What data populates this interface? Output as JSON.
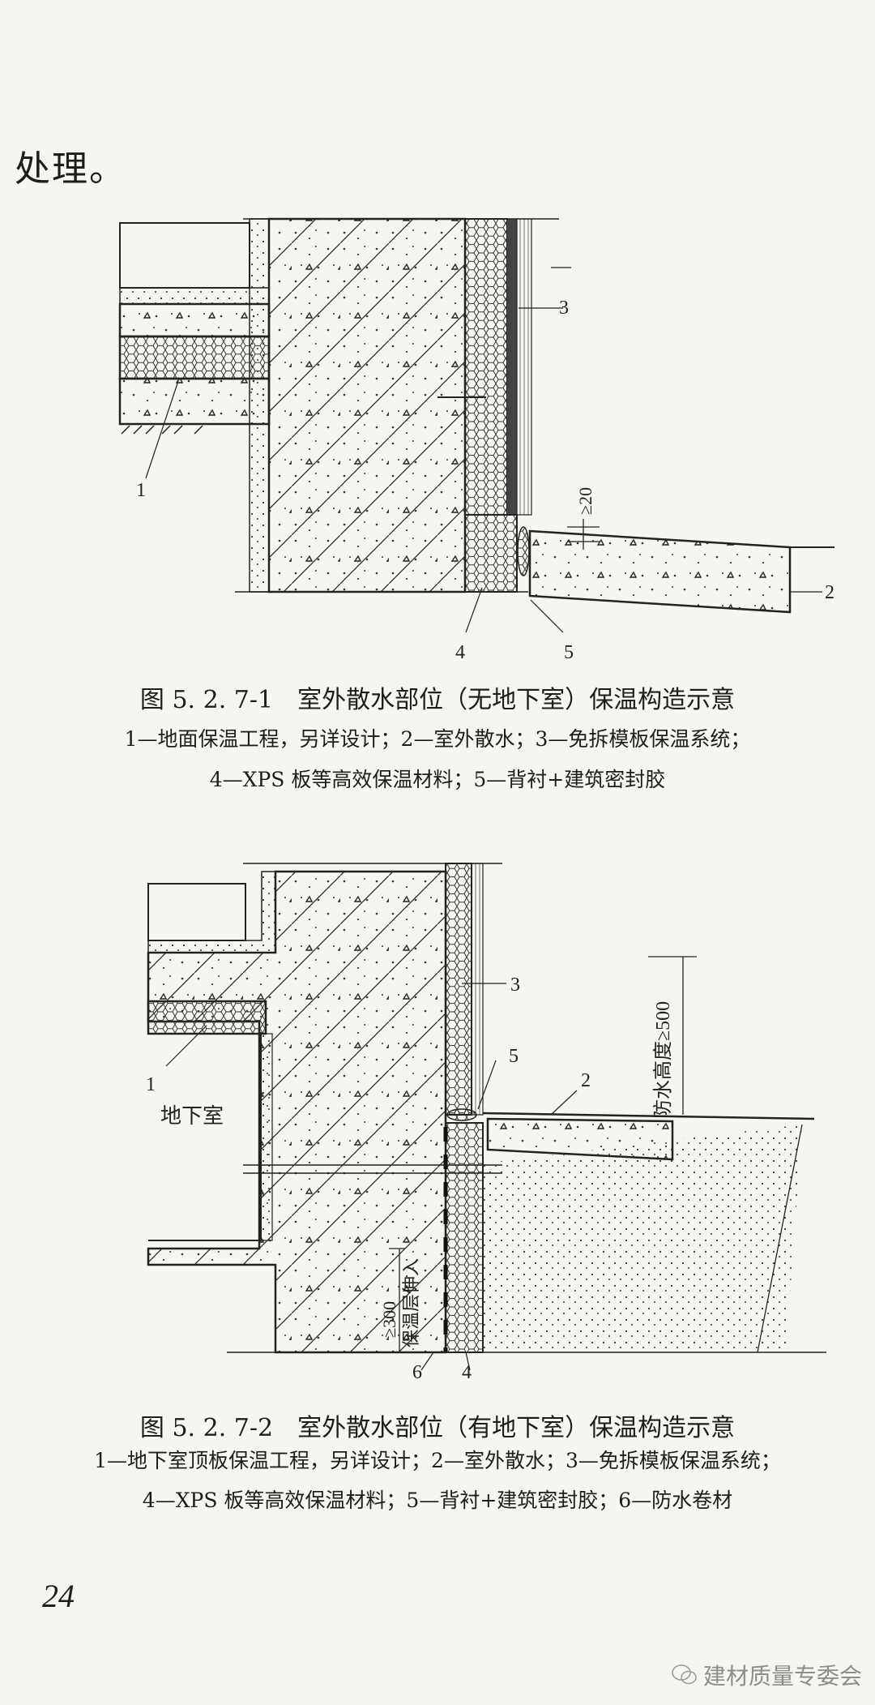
{
  "lead_text": "处理。",
  "figure1": {
    "title": "图 5. 2. 7-1　室外散水部位（无地下室）保温构造示意",
    "legend_line1": "1—地面保温工程，另详设计；2—室外散水；3—免拆模板保温系统；",
    "legend_line2": "4—XPS 板等高效保温材料；5—背衬+建筑密封胶",
    "callouts": {
      "c1": "1",
      "c2": "2",
      "c3": "3",
      "c4": "4",
      "c5": "5"
    },
    "dimension": "≥20"
  },
  "figure2": {
    "title": "图 5. 2. 7-2　室外散水部位（有地下室）保温构造示意",
    "legend_line1": "1—地下室顶板保温工程，另详设计；2—室外散水；3—免拆模板保温系统；",
    "legend_line2": "4—XPS 板等高效保温材料；5—背衬+建筑密封胶；6—防水卷材",
    "callouts": {
      "c1": "1",
      "c2": "2",
      "c3": "3",
      "c4": "4",
      "c5": "5",
      "c6": "6"
    },
    "room_label": "地下室",
    "dim_waterproof": "防水高度≥500",
    "dim_insulation_a": "≥300",
    "dim_insulation_b": "保温层伸入"
  },
  "page_number": "24",
  "watermark": "建材质量专委会"
}
